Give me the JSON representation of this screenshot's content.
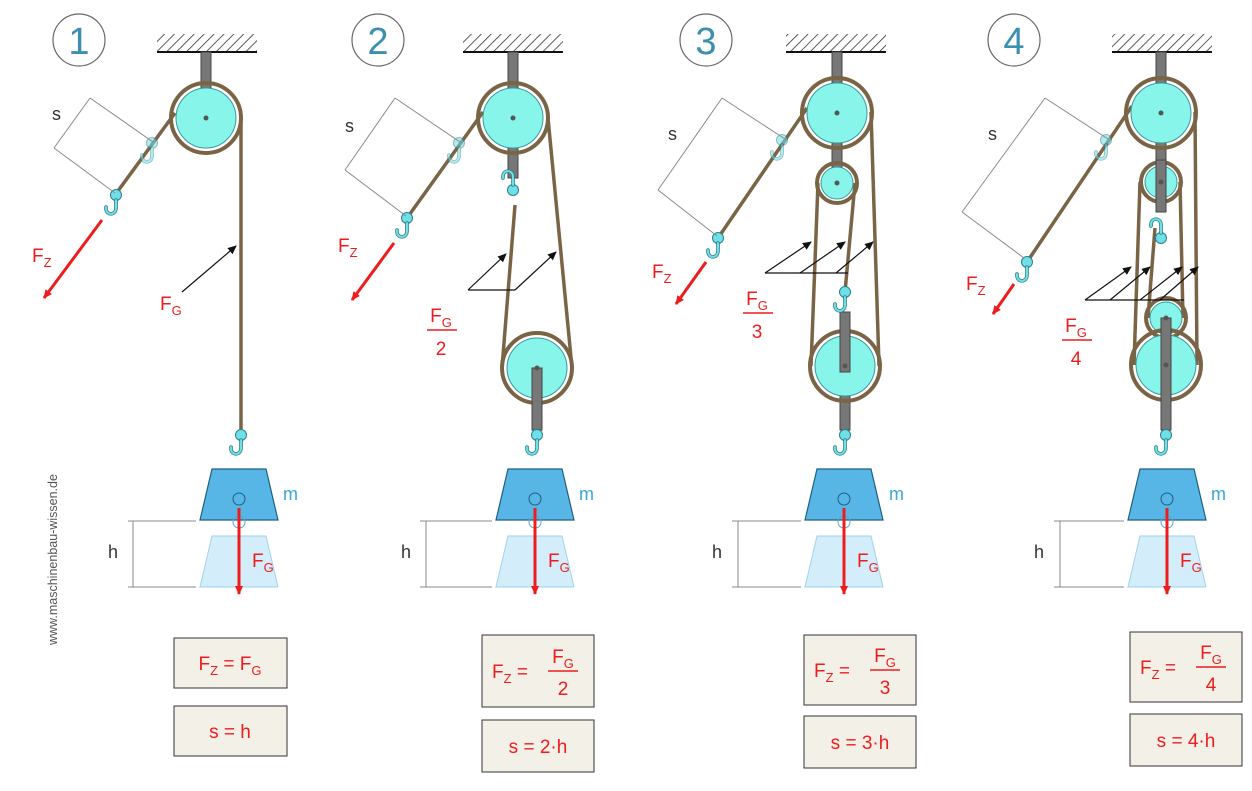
{
  "watermark": "www.maschinenbau-wissen.de",
  "colors": {
    "rope": "#7a6446",
    "pulley": "#87f5ea",
    "hook": "#6fe0e8",
    "mass": "#58b6e6",
    "mass_ghost": "#d3eefa",
    "force": "#ee1c1c",
    "dim": "#8a8a8a",
    "formula_bg": "#f3f0e8",
    "badge": "#3d8fb0"
  },
  "labels": {
    "s": "s",
    "h": "h",
    "m": "m",
    "F": "F",
    "sub_z": "Z",
    "sub_g": "G",
    "eq": "=",
    "dot": "·"
  },
  "panels": [
    {
      "number": "1",
      "divisor": "",
      "s_factor": "",
      "s_rhs": "h"
    },
    {
      "number": "2",
      "divisor": "2",
      "s_factor": "2",
      "s_rhs": "2·h"
    },
    {
      "number": "3",
      "divisor": "3",
      "s_factor": "3",
      "s_rhs": "3·h"
    },
    {
      "number": "4",
      "divisor": "4",
      "s_factor": "4",
      "s_rhs": "4·h"
    }
  ]
}
